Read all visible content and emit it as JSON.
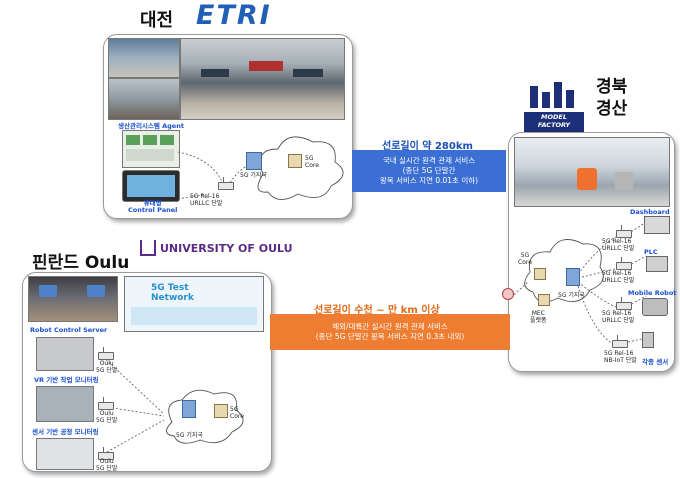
{
  "daejeon": {
    "region": "대전",
    "logo": "ETRI",
    "labels": {
      "agent": "생산관리시스템 Agent",
      "control_panel_line1": "휴대형",
      "control_panel_line2": "Control Panel",
      "terminal_line1": "5G Rel-16",
      "terminal_line2": "URLLC 단말",
      "base_station": "5G 기지국",
      "core_line1": "5G",
      "core_line2": "Core"
    }
  },
  "gyeongbuk": {
    "region_line1": "경북",
    "region_line2": "경산",
    "logo_line1": "MODEL",
    "logo_line2": "FACTORY",
    "labels": {
      "dashboard": "Dashboard",
      "plc": "PLC",
      "mobile_robot": "Mobile Robot",
      "sensors": "각종 센서",
      "core_line1": "5G",
      "core_line2": "Core",
      "mec_line1": "MEC",
      "mec_line2": "플랫폼",
      "base_station": "5G 기지국",
      "urllc_1a": "5G Rel-16",
      "urllc_1b": "URLLC 단말",
      "urllc_2a": "5G Rel-16",
      "urllc_2b": "URLLC 단말",
      "urllc_3a": "5G Rel-16",
      "urllc_3b": "URLLC 단말",
      "nbiot_a": "5G Rel-16",
      "nbiot_b": "NB-IoT 단말"
    }
  },
  "oulu": {
    "region": "핀란드 Oulu",
    "logo": "UNIVERSITY OF OULU",
    "network_line1": "5G Test",
    "network_line2": "Network",
    "labels": {
      "robot_server": "Robot Control Server",
      "vr": "VR 기반 작업 모니터링",
      "sensor_mon": "센서 기반 공정 모니터링",
      "term_a1": "Oulu",
      "term_a2": "5G 단말",
      "term_b1": "Oulu",
      "term_b2": "5G 단말",
      "term_c1": "Oulu",
      "term_c2": "5G 단말",
      "base_station": "5G 기지국",
      "core_line1": "5G",
      "core_line2": "Core"
    }
  },
  "links": {
    "domestic": {
      "title": "선로길이 약 280km",
      "line1": "국내 실시간 원격 관제 서비스",
      "line2": "(종단 5G 단말간",
      "line3": "왕복 서비스 지연 0.01초 이하)",
      "color": "#3b6fd4"
    },
    "overseas": {
      "title": "선로길이 수천 ~ 만 km 이상",
      "line1": "해외/대륙간 실시간 원격 관제 서비스",
      "line2": "(종단 5G 단말간 왕복 서비스 지연 0.3초 내외)",
      "color": "#ee7d31"
    }
  }
}
